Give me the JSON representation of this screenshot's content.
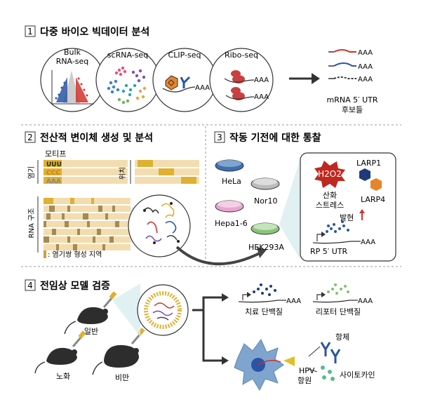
{
  "sections": {
    "s1": {
      "num": "1",
      "title": "다중 바이오 빅데이터 분석"
    },
    "s2": {
      "num": "2",
      "title": "전산적 변이체 생성 및 분석"
    },
    "s3": {
      "num": "3",
      "title": "작동 기전에 대한 통찰"
    },
    "s4": {
      "num": "4",
      "title": "전임상 모델 검증"
    }
  },
  "panel1": {
    "bulk_line1": "Bulk",
    "bulk_line2": "RNA-seq",
    "scrna": "scRNA-seq",
    "clip": "CLIP-seq",
    "ribo": "Ribo-seq",
    "aaa": "AAA",
    "output_line1": "mRNA 5′ UTR",
    "output_line2": "후보들"
  },
  "panel2": {
    "motif": "모티프",
    "base_label": "염기",
    "position_label": "위치",
    "rna_structure": "RNA 구조",
    "codons": [
      "UUU",
      "CCC",
      "AAA"
    ],
    "legend": ": 염기쌍 형성 지역"
  },
  "panel3": {
    "cells": [
      "HeLa",
      "Nor10",
      "Hepa1-6",
      "HEK293A"
    ],
    "h2o2": "H2O2",
    "stress_line1": "산화",
    "stress_line2": "스트레스",
    "larp1": "LARP1",
    "larp4": "LARP4",
    "expression": "발현",
    "rp_utr": "RP 5′ UTR",
    "aaa": "AAA"
  },
  "panel4": {
    "normal": "일반",
    "aged": "노화",
    "obese": "비만",
    "therapeutic": "치료 단백질",
    "reporter": "리포터 단백질",
    "hpv_line1": "HPV",
    "hpv_line2": "항원",
    "antibody": "항체",
    "cytokine": "사이토카인",
    "aaa": "AAA"
  },
  "colors": {
    "gold": "#e0b030",
    "light_gold": "#f3ddb0",
    "red": "#d0312d",
    "blue": "#2a54a4",
    "cell_blue": "#7fa5cf",
    "dark_gray": "#3a3a3a"
  }
}
